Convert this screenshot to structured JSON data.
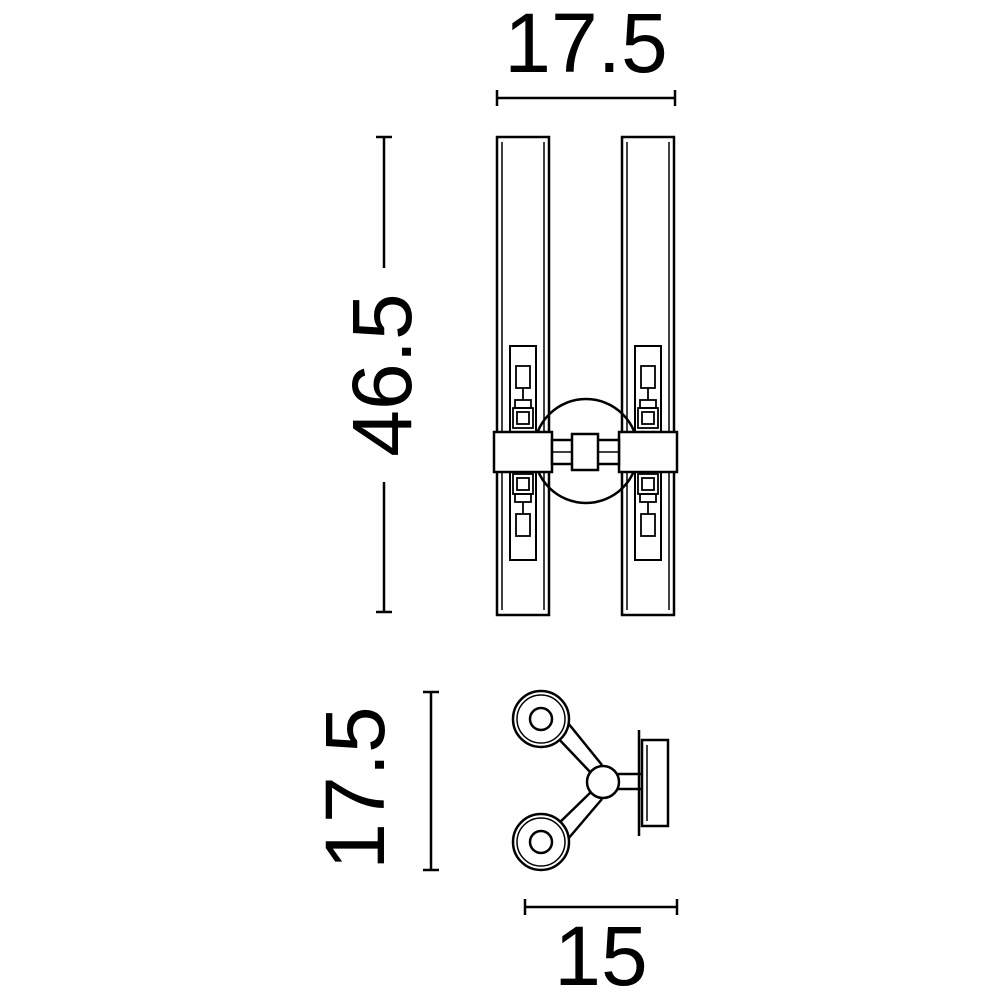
{
  "dimensions": {
    "front_width": "17.5",
    "front_height": "46.5",
    "top_depth": "17.5",
    "top_width": "15"
  },
  "colors": {
    "stroke": "#000000",
    "background": "#ffffff"
  }
}
